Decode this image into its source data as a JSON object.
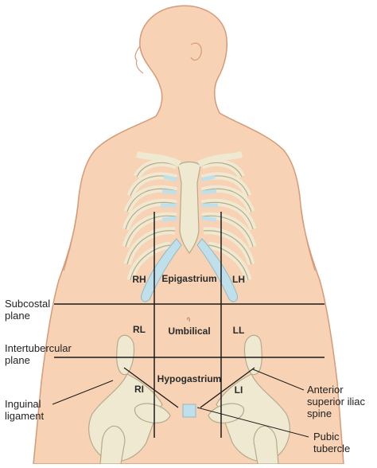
{
  "regions": {
    "rh": "RH",
    "epigastrium": "Epigastrium",
    "lh": "LH",
    "rl": "RL",
    "umbilical": "Umbilical",
    "ll": "LL",
    "ri": "RI",
    "hypogastrium": "Hypogastrium",
    "li": "LI"
  },
  "labels": {
    "subcostal_line1": "Subcostal",
    "subcostal_line2": "plane",
    "intertubercular_line1": "Intertubercular",
    "intertubercular_line2": "plane",
    "inguinal_line1": "Inguinal",
    "inguinal_line2": "ligament",
    "asis_line1": "Anterior",
    "asis_line2": "superior iliac",
    "asis_line3": "spine",
    "pubic_line1": "Pubic",
    "pubic_line2": "tubercle"
  },
  "colors": {
    "skin": "#f7d2b4",
    "skin_outline": "#d69a78",
    "bone": "#efe9d2",
    "bone_outline": "#b5ab8a",
    "cartilage": "#bfe0ea",
    "line": "#1a1a1a"
  }
}
